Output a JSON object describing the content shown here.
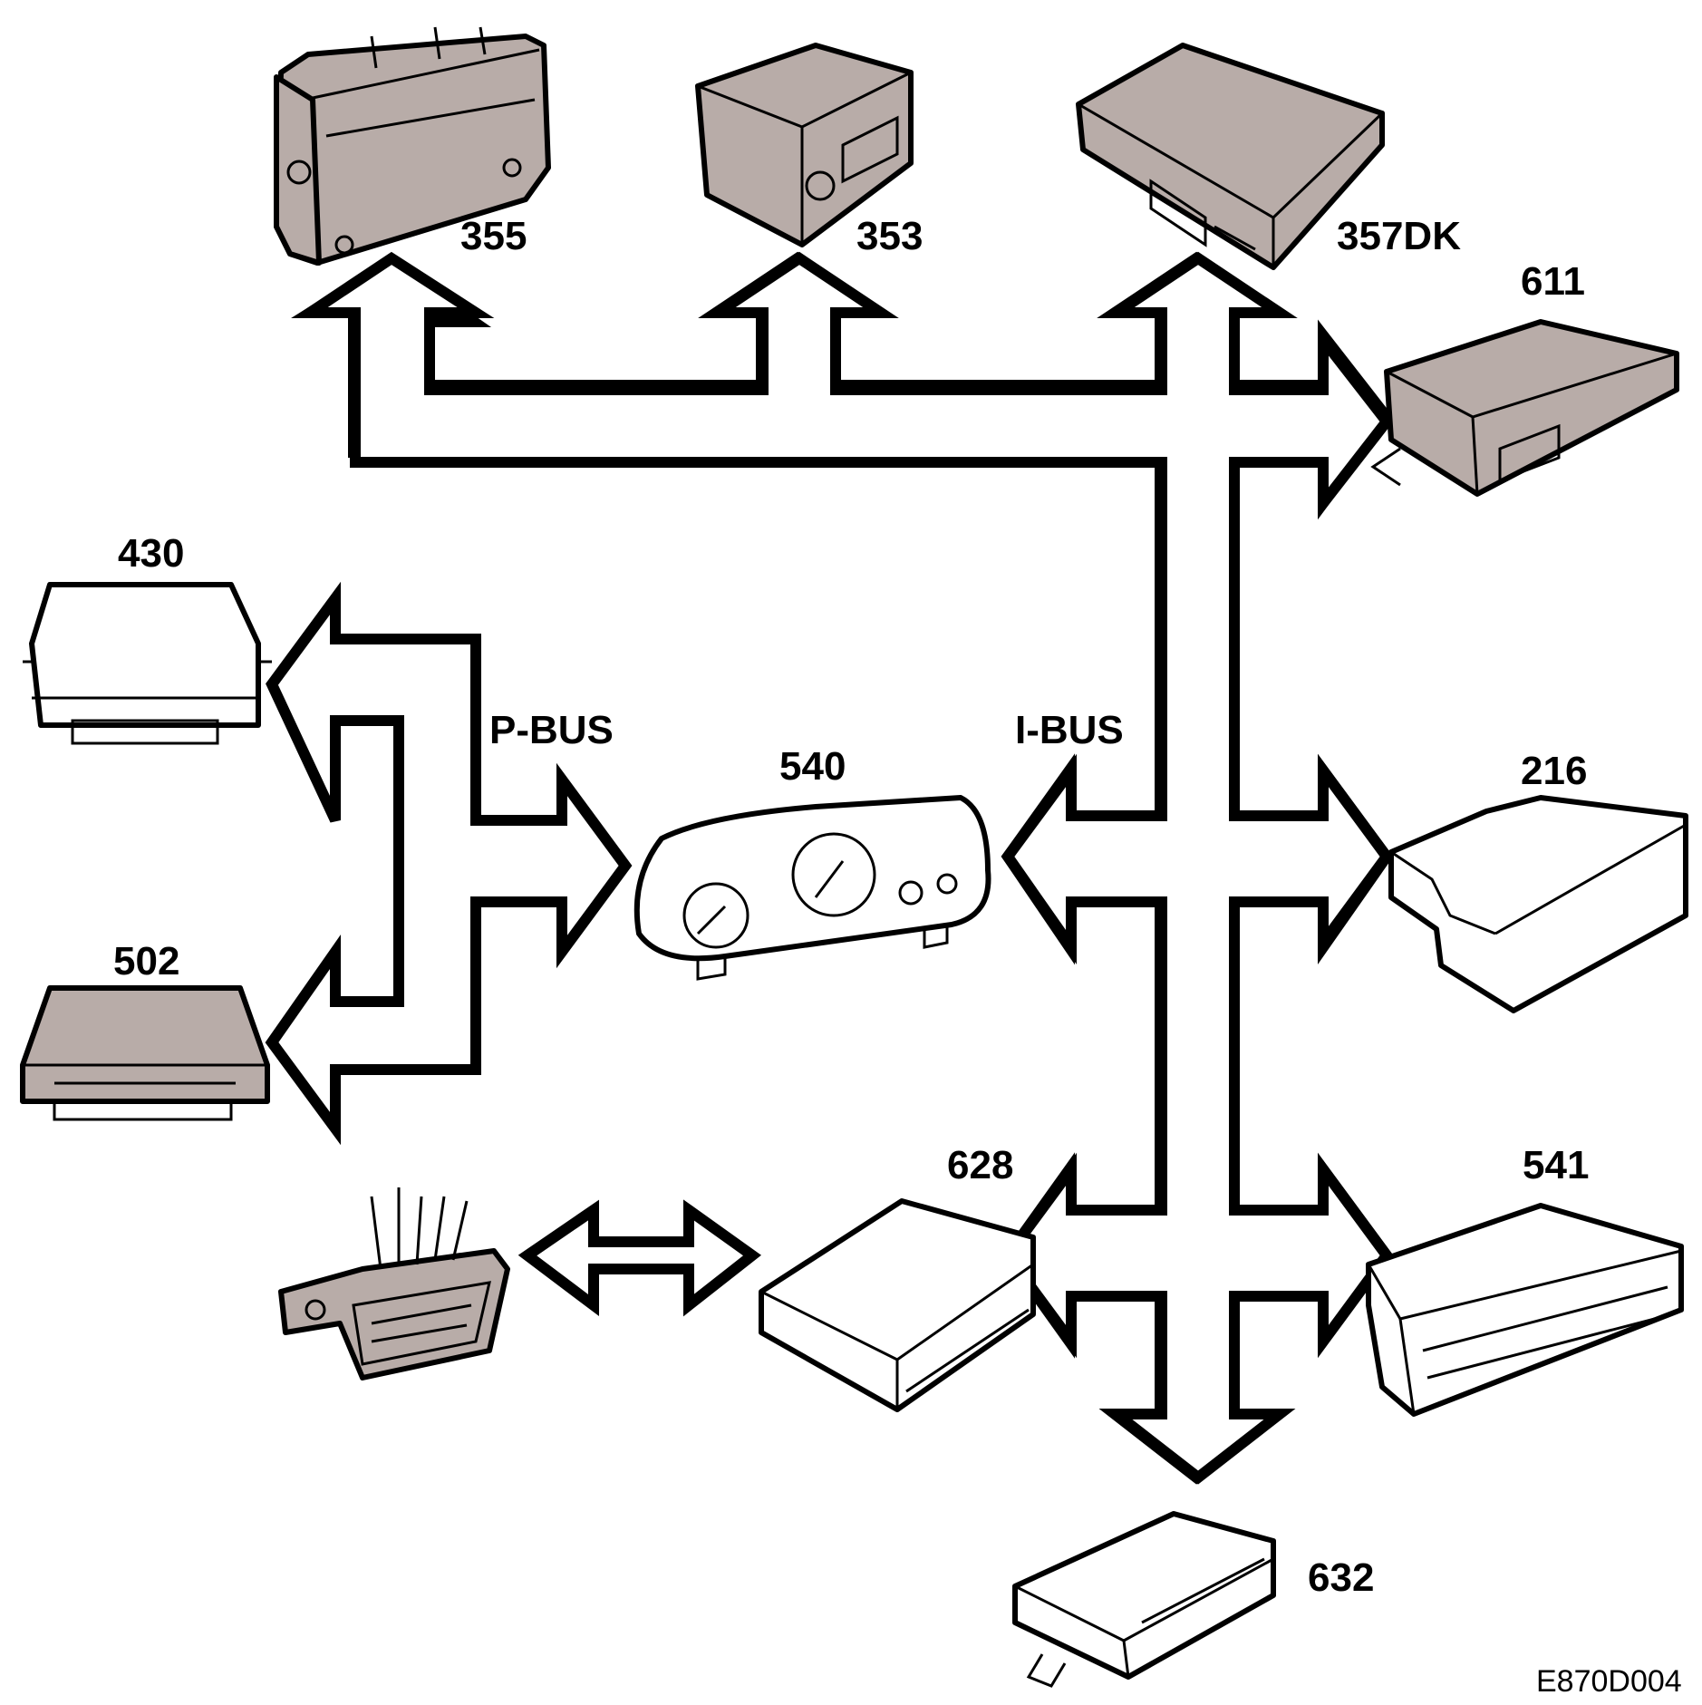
{
  "colors": {
    "module_fill": "#b8aca8",
    "outline": "#000000",
    "background": "#ffffff"
  },
  "buses": {
    "p_bus": "P-BUS",
    "i_bus": "I-BUS"
  },
  "modules": {
    "m355": "355",
    "m353": "353",
    "m357dk": "357DK",
    "m611": "611",
    "m430": "430",
    "m502": "502",
    "m540": "540",
    "m216": "216",
    "m628": "628",
    "m541": "541",
    "m632": "632"
  },
  "reference_code": "E870D004"
}
